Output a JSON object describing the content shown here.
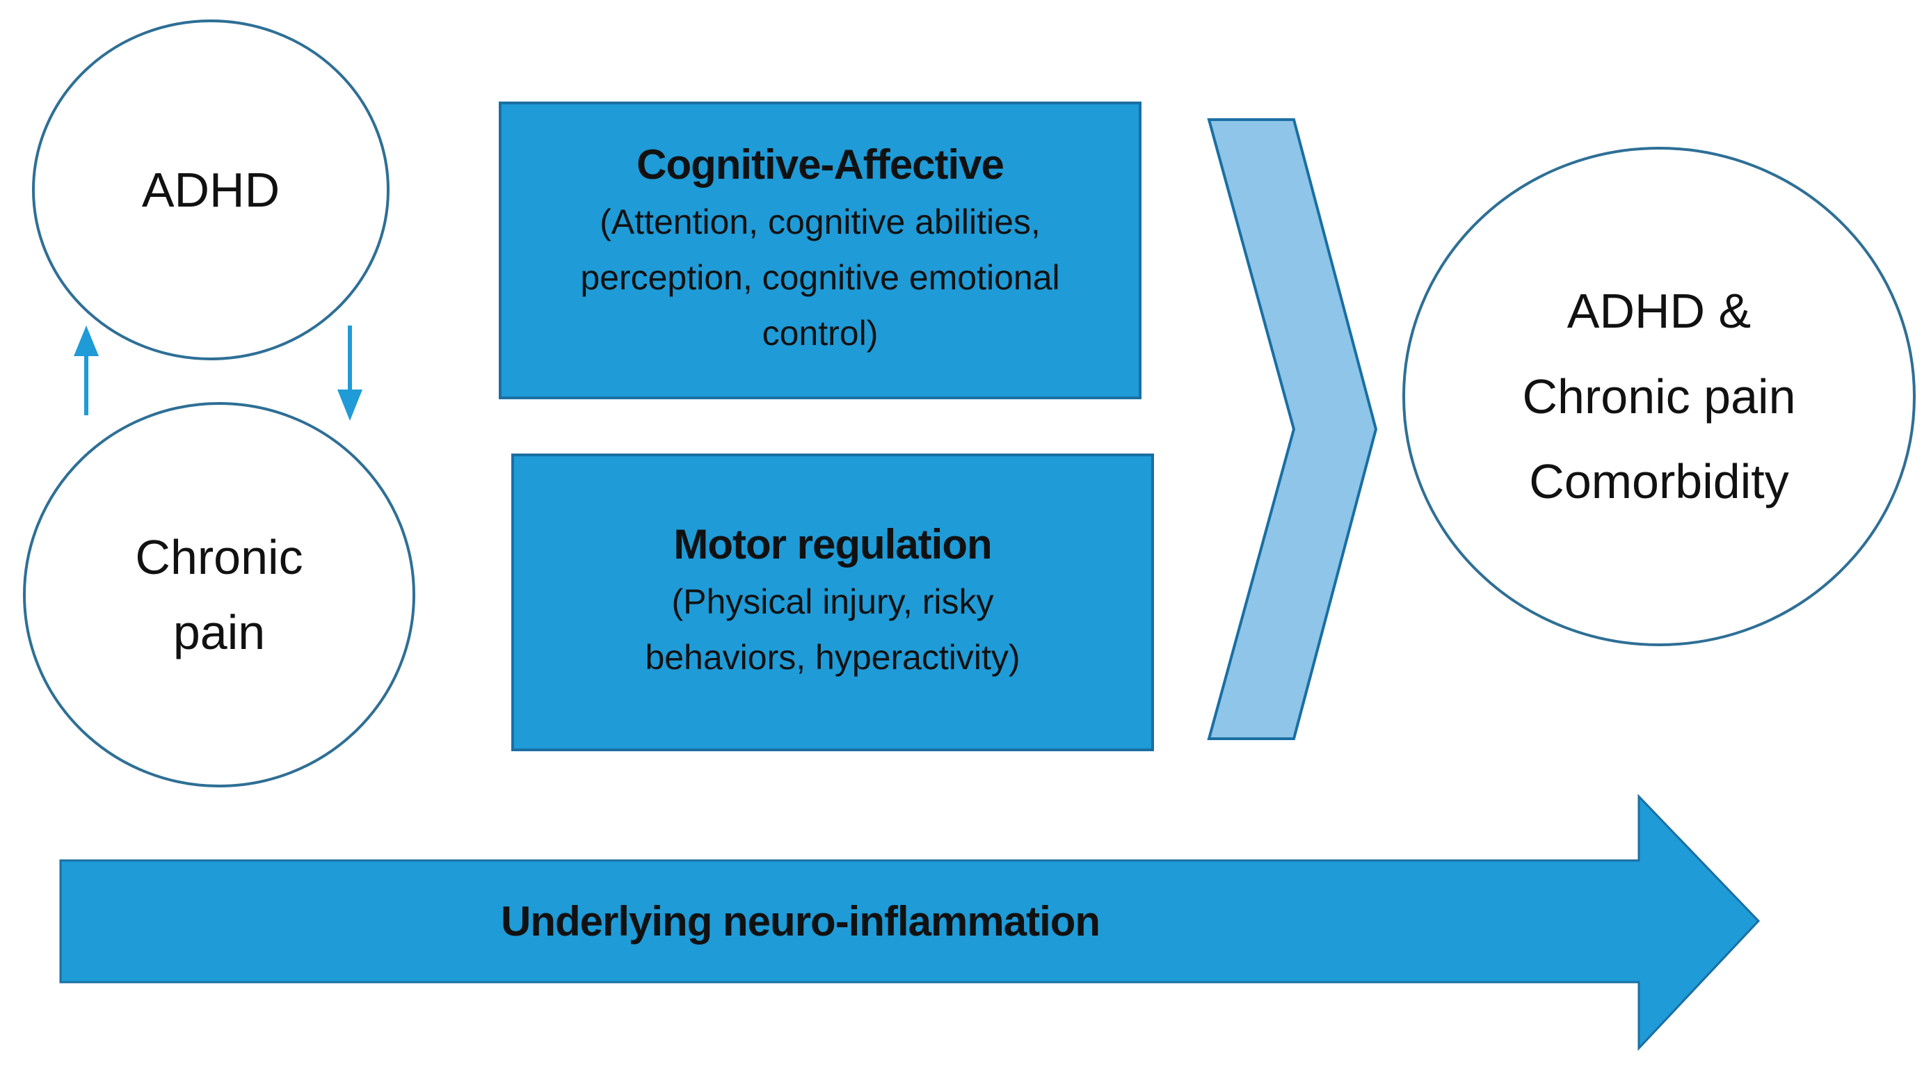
{
  "colors": {
    "box_fill": "#1f9bd7",
    "box_border": "#1a6fa3",
    "chevron_fill": "#8ec5e8",
    "circle_stroke": "#2e6f96",
    "arrow_fill": "#1f9bd7",
    "small_arrow": "#1f9bd7"
  },
  "nodes": {
    "adhd": {
      "label": "ADHD"
    },
    "chronic_pain": {
      "line1": "Chronic",
      "line2": "pain"
    },
    "comorbidity": {
      "line1": "ADHD &",
      "line2": "Chronic pain",
      "line3": "Comorbidity"
    }
  },
  "boxes": {
    "cognitive": {
      "title": "Cognitive-Affective",
      "description": "(Attention, cognitive abilities, perception, cognitive emotional control)"
    },
    "motor": {
      "title": "Motor regulation",
      "description": "(Physical injury, risky behaviors, hyperactivity)"
    }
  },
  "bottom_arrow": {
    "label": "Underlying neuro-inflammation"
  },
  "icons": {
    "bidirectional": [
      "up-arrow-icon",
      "down-arrow-icon"
    ],
    "chevron": "chevron-right-icon",
    "bottom": "right-arrow-icon"
  }
}
